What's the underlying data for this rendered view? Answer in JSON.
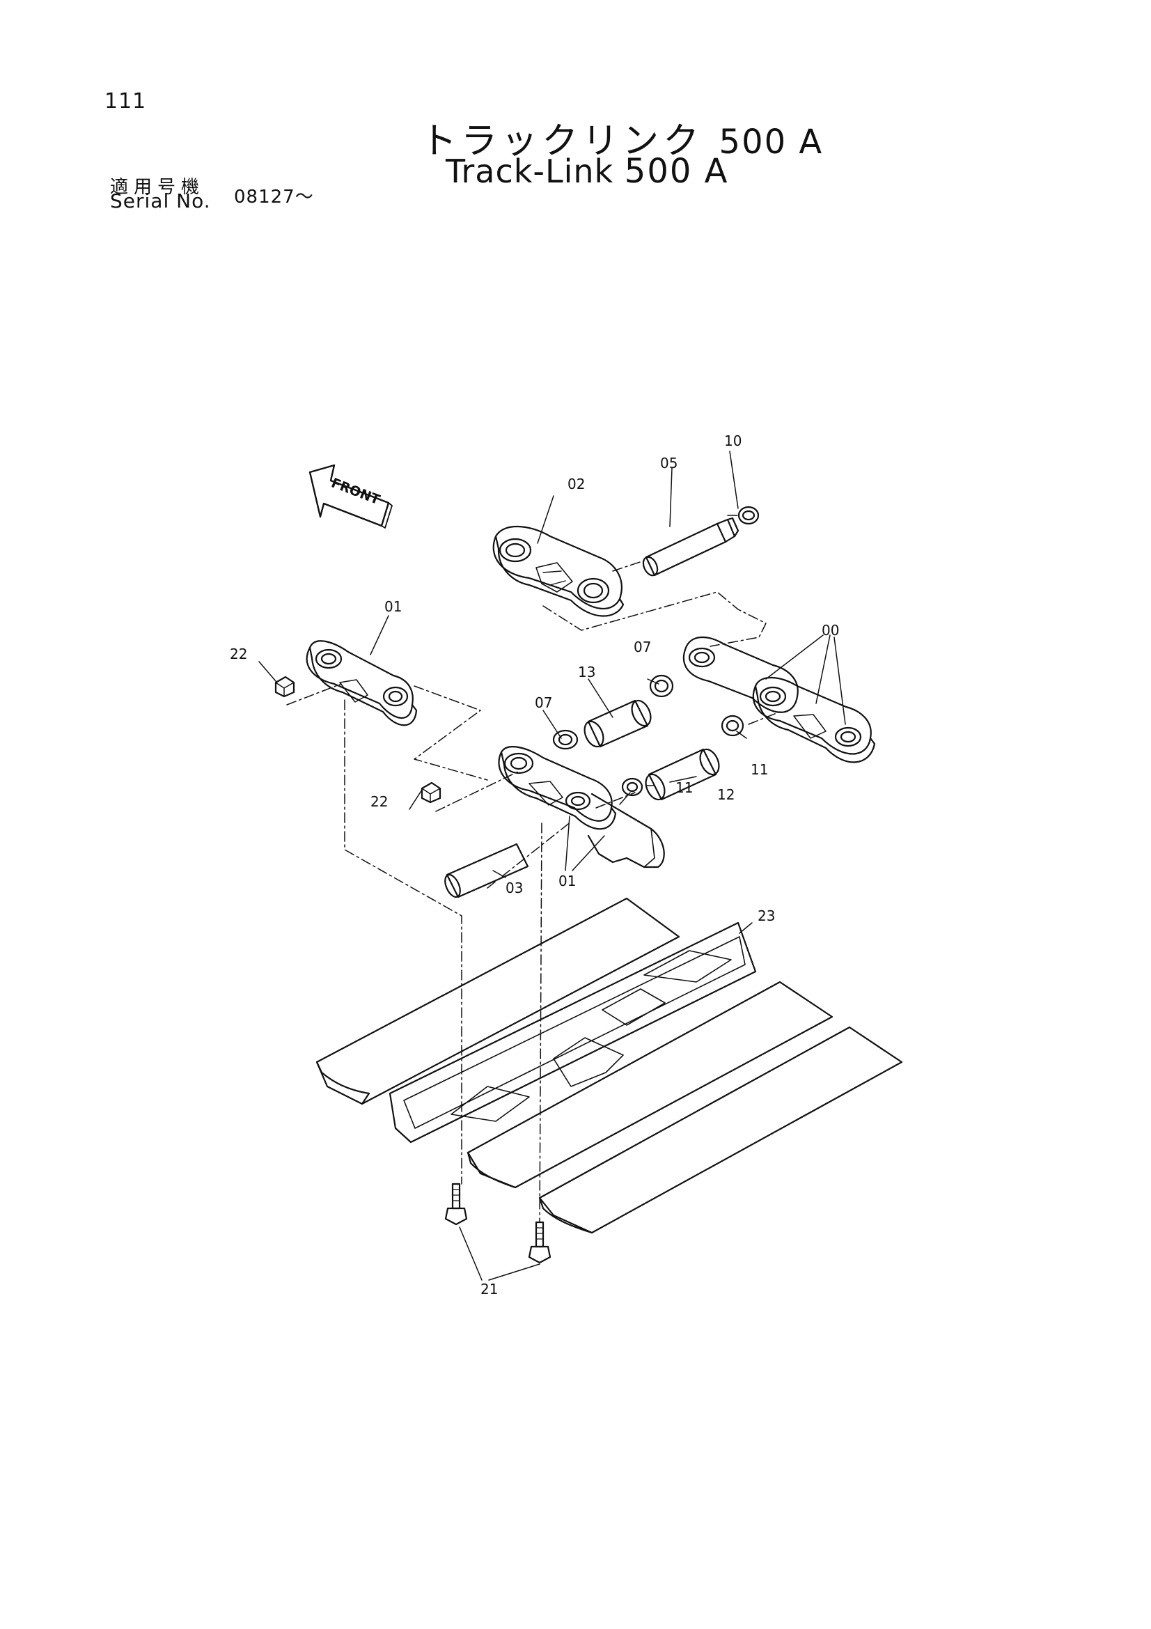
{
  "page": {
    "number": "111",
    "title_jp": "トラックリンク",
    "title_en": "Track-Link",
    "model": "500 A",
    "serial_label_jp": "適用号機",
    "serial_label_en": "Serial No.",
    "serial_value": "08127～"
  },
  "diagram": {
    "direction_marker": "FRONT",
    "part_labels": {
      "p00": "00",
      "p01a": "01",
      "p01b": "01",
      "p02": "02",
      "p03": "03",
      "p05": "05",
      "p07a": "07",
      "p07b": "07",
      "p10": "10",
      "p11a": "11",
      "p11b": "11",
      "p12": "12",
      "p13": "13",
      "p21": "21",
      "p22a": "22",
      "p22b": "22",
      "p23": "23"
    }
  }
}
